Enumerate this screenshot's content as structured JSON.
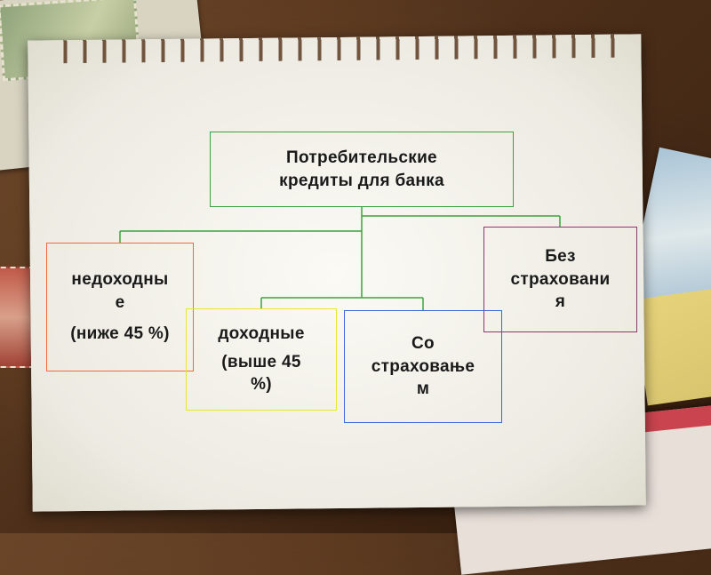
{
  "diagram": {
    "root": {
      "line1": "Потребительские",
      "line2": "кредиты для банка",
      "border_color": "#3aa341"
    },
    "nondohod": {
      "line1": "недоходны",
      "line2": "е",
      "line3": "(ниже 45 %)",
      "border_color": "#f06a3c"
    },
    "dohod": {
      "line1": "доходные",
      "line2": "(выше 45",
      "line3": "%)",
      "border_color": "#e8e630"
    },
    "so": {
      "line1": "Со",
      "line2": "страховање",
      "line3": "м",
      "border_color": "#3a66e0"
    },
    "bez": {
      "line1": "Без",
      "line2": "страховани",
      "line3": "я",
      "border_color": "#8a3a6a"
    },
    "connector_color": "#3aa341"
  }
}
